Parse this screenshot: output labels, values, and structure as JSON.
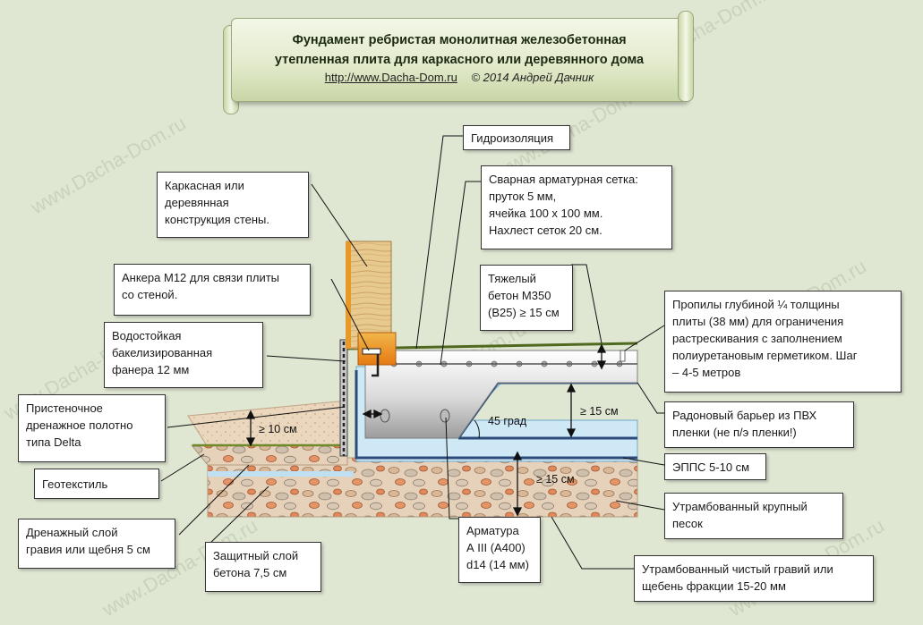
{
  "header": {
    "title_line1": "Фундамент ребристая монолитная железобетонная",
    "title_line2": "утепленная  плита для каркасного или деревянного дома",
    "url": "http://www.Dacha-Dom.ru",
    "copyright": "© 2014 Андрей Дачник"
  },
  "watermark": "www.Dacha-Dom.ru",
  "callouts": {
    "waterproofing": [
      "Гидроизоляция"
    ],
    "mesh": [
      "Сварная арматурная сетка:",
      "пруток 5 мм,",
      "ячейка 100 х 100 мм.",
      "Нахлест сеток 20 см."
    ],
    "wall": [
      "Каркасная или",
      "деревянная",
      "конструкция  стены."
    ],
    "anchor": [
      "Анкера М12 для связи плиты",
      "со стеной."
    ],
    "concrete": [
      "Тяжелый",
      "бетон М350",
      "(В25) ≥ 15 см"
    ],
    "cuts": [
      "Пропилы глубиной ¼ толщины",
      "плиты (38 мм) для ограничения",
      "растрескивания с заполнением",
      "полиуретановым герметиком. Шаг",
      "– 4-5 метров"
    ],
    "plywood": [
      "Водостойкая",
      "бакелизированная",
      "фанера 12 мм"
    ],
    "drainage_sheet": [
      "Пристеночное",
      "дренажное полотно",
      "типа Delta"
    ],
    "radon": [
      "Радоновый барьер из ПВХ",
      "пленки (не п/э пленки!)"
    ],
    "geotextile": [
      "Геотекстиль"
    ],
    "epps": [
      "ЭППС 5-10 см"
    ],
    "sand": [
      "Утрамбованный крупный",
      "песок"
    ],
    "gravel_layer": [
      "Дренажный слой",
      "гравия или щебня 5 см"
    ],
    "protective": [
      "Защитный слой",
      "бетона 7,5 см"
    ],
    "rebar": [
      "Арматура",
      "А III (А400)",
      "d14 (14 мм)"
    ],
    "gravel_base": [
      "Утрамбованный чистый гравий или",
      "щебень фракции 15-20 мм"
    ]
  },
  "dimensions": {
    "soil": "≥ 10 см",
    "angle": "45 град",
    "rib": "≥ 15 см",
    "base": "≥ 15 см"
  }
}
